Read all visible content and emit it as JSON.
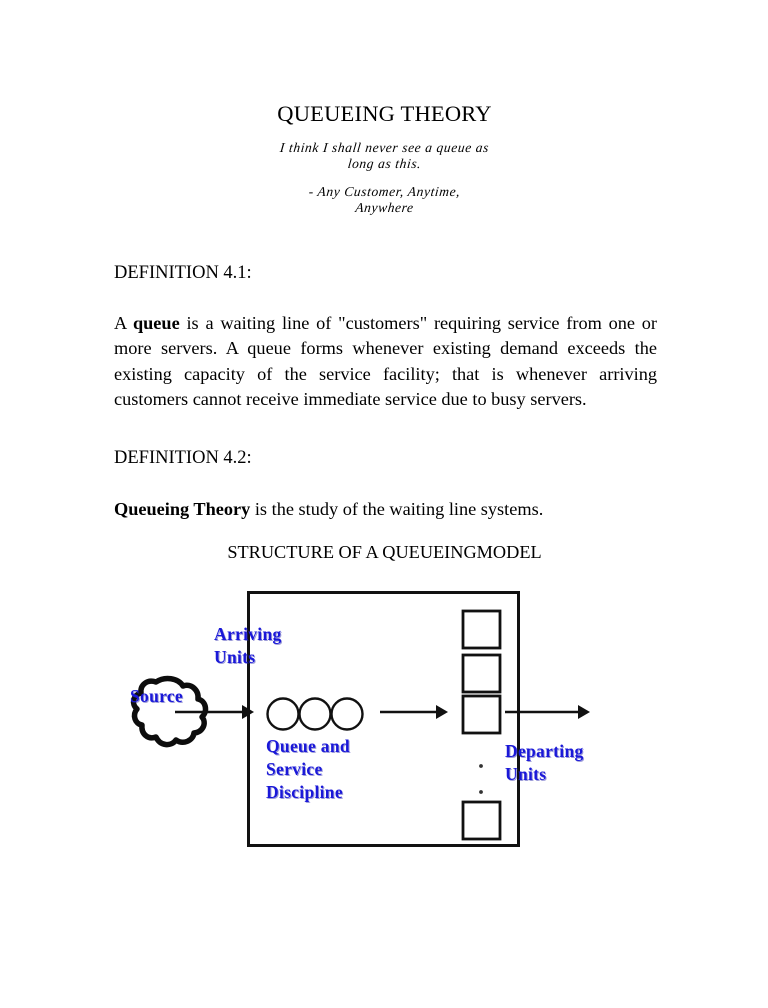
{
  "document": {
    "title": "QUEUEING THEORY",
    "quote": {
      "line1": "I think I shall never see a queue as",
      "line2": "long as this.",
      "attribution1": "-   Any Customer, Anytime,",
      "attribution2": "Anywhere"
    },
    "definition_4_1": {
      "heading": "DEFINITION 4.1:",
      "lead": "A ",
      "term": "queue",
      "body": " is a waiting line of \"customers\" requiring service from one or more servers. A queue forms whenever existing demand exceeds the existing capacity of the service facility; that is whenever arriving customers cannot receive immediate service due to busy servers."
    },
    "definition_4_2": {
      "heading": "DEFINITION 4.2:",
      "term": "Queueing Theory",
      "body": " is the study of the waiting line systems."
    },
    "structure_heading": "STRUCTURE OF A QUEUEINGMODEL"
  },
  "diagram": {
    "labels": {
      "source": "Source",
      "arriving_units_line1": "Arriving",
      "arriving_units_line2": "Units",
      "queue_line1": "Queue and",
      "queue_line2": "Service",
      "queue_line3": "Discipline",
      "departing_units_line1": "Departing",
      "departing_units_line2": "Units"
    },
    "colors": {
      "label_blue": "#1a18d8",
      "stroke_black": "#111111",
      "background": "#ffffff"
    },
    "elements": {
      "system_box_count": 1,
      "queue_circle_count": 3,
      "server_box_count": 4,
      "vertical_ellipsis_dots": 2,
      "arrow_count": 3
    }
  }
}
